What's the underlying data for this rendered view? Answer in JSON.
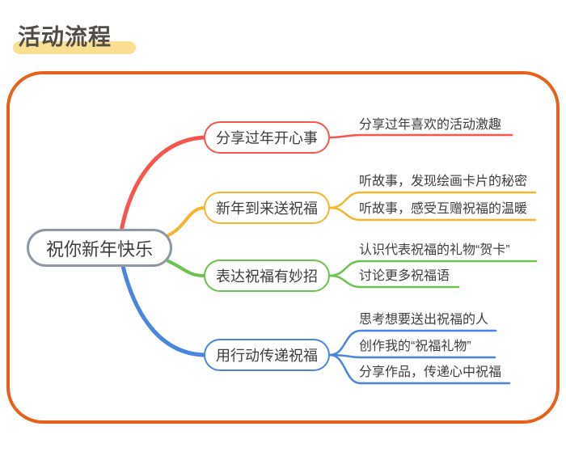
{
  "page": {
    "title": "活动流程",
    "title_highlight_color": "#fadf93",
    "background_color": "#ffffff",
    "panel_border_color": "#e8611c"
  },
  "mindmap": {
    "root": {
      "label": "祝你新年快乐",
      "border_color": "#8d97a5"
    },
    "branches": [
      {
        "label": "分享过年开心事",
        "color": "#f7564f",
        "leaves": [
          "分享过年喜欢的活动激趣"
        ]
      },
      {
        "label": "新年到来送祝福",
        "color": "#f7b52c",
        "leaves": [
          "听故事，发现绘画卡片的秘密",
          "听故事，感受互赠祝福的温暖"
        ]
      },
      {
        "label": "表达祝福有妙招",
        "color": "#6cc24e",
        "leaves": [
          "认识代表祝福的礼物“贺卡”",
          "讨论更多祝福语"
        ]
      },
      {
        "label": "用行动传递祝福",
        "color": "#4a86e0",
        "leaves": [
          "思考想要送出祝福的人",
          "创作我的“祝福礼物”",
          "分享作品，传递心中祝福"
        ]
      }
    ]
  }
}
